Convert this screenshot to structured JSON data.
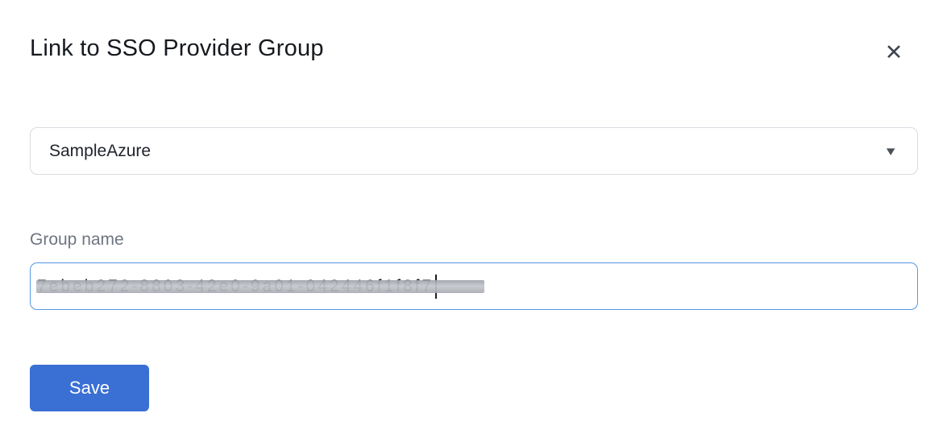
{
  "modal": {
    "title": "Link to SSO Provider Group",
    "provider_select": {
      "value": "SampleAzure"
    },
    "group_name": {
      "label": "Group name",
      "value": "7ebeb272-8803-42e0-9a01-042446f1f8f7"
    },
    "save_label": "Save"
  },
  "icons": {
    "close": "✕",
    "chevron_down": "▾"
  },
  "colors": {
    "accent_blue": "#3a6fd4",
    "input_focus_border": "#5598e3",
    "label_gray": "#6f7580",
    "border_gray": "#d8dbe0"
  }
}
